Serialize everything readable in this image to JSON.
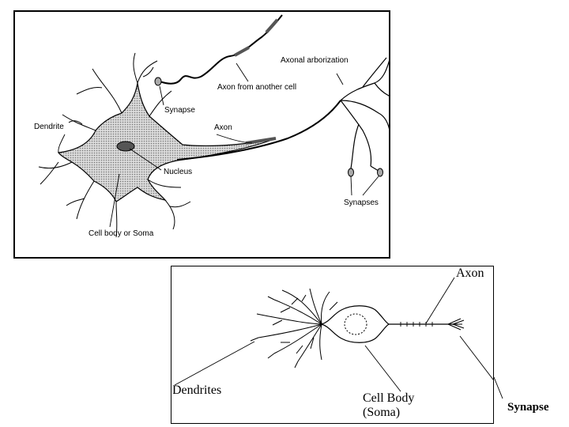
{
  "top_diagram": {
    "labels": {
      "axonal_arborization": "Axonal arborization",
      "axon_from_another_cell": "Axon from another cell",
      "synapse": "Synapse",
      "dendrite": "Dendrite",
      "axon": "Axon",
      "nucleus": "Nucleus",
      "synapses": "Synapses",
      "cell_body": "Cell body or Soma"
    },
    "colors": {
      "soma_fill": "#c8c8c8",
      "nucleus_fill": "#555555"
    }
  },
  "bottom_diagram": {
    "labels": {
      "axon": "Axon",
      "dendrites": "Dendrites",
      "cell_body_line1": "Cell Body",
      "cell_body_line2": "(Soma)"
    }
  },
  "caption": {
    "synapse": "Synapse"
  }
}
